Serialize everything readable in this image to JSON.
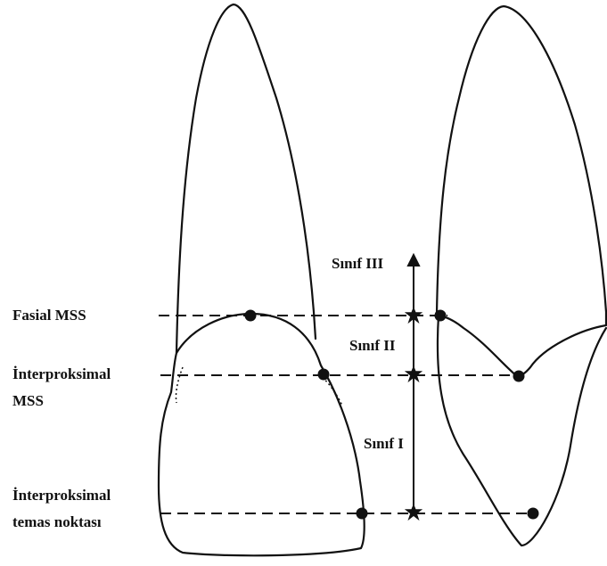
{
  "labels": {
    "fasial_mss": "Fasial MSS",
    "interproksimal_mss_line1": "İnterproksimal",
    "interproksimal_mss_line2": "MSS",
    "interproksimal_temas_line1": "İnterproksimal",
    "interproksimal_temas_line2": "temas noktası",
    "sinif_3": "Sınıf III",
    "sinif_2": "Sınıf II",
    "sinif_1": "Sınıf I"
  },
  "colors": {
    "ink": "#111111",
    "background": "#ffffff"
  }
}
